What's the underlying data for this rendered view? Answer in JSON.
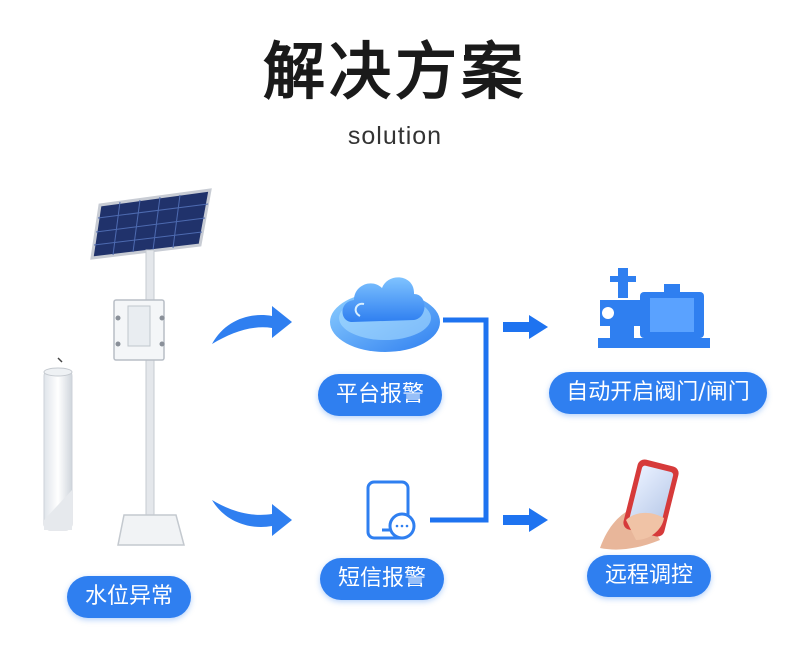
{
  "header": {
    "title": "解决方案",
    "subtitle": "solution"
  },
  "nodes": {
    "water_level_alarm": "水位异常",
    "platform_alarm": "平台报警",
    "sms_alarm": "短信报警",
    "open_valve": "自动开启阀门/闸门",
    "remote_control": "远程调控"
  },
  "colors": {
    "accent": "#2f7ff0",
    "connector": "#1e73f0"
  },
  "icons": [
    "solar-panel-icon",
    "cloud-icon",
    "phone-message-icon",
    "pump-valve-icon",
    "smartphone-hand-icon",
    "water-level-sensor-icon"
  ]
}
